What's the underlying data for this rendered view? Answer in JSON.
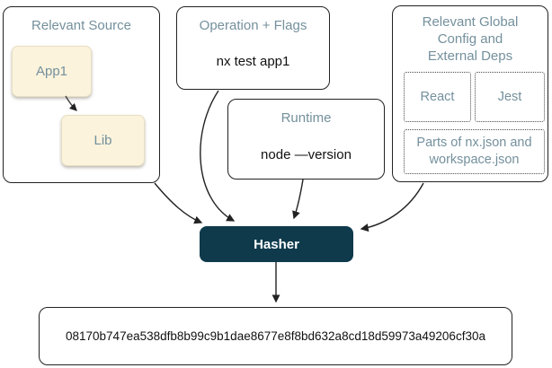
{
  "diagram": {
    "relevant_source": {
      "title": "Relevant Source",
      "app_node": "App1",
      "lib_node": "Lib"
    },
    "operation_flags": {
      "title": "Operation + Flags",
      "command": "nx test app1"
    },
    "runtime": {
      "title": "Runtime",
      "command": "node —version"
    },
    "global_config": {
      "title_line1": "Relevant Global",
      "title_line2": "Config and",
      "title_line3": "External Deps",
      "dep_react": "React",
      "dep_jest": "Jest",
      "config_files": "Parts of nx.json and workspace.json"
    },
    "hasher": {
      "label": "Hasher"
    },
    "hash_output": {
      "value": "08170b747ea538dfb8b99c9b1dae8677e8f8bd632a8cd18d59973a49206cf30a"
    }
  },
  "colors": {
    "slate_text": "#74909D",
    "cream_fill": "#FBF3DC",
    "box_border": "#222222",
    "hasher_fill": "#0E3A4C",
    "hasher_text": "#FFFFFF",
    "arrow": "#222222",
    "background": "#FFFFFF"
  }
}
